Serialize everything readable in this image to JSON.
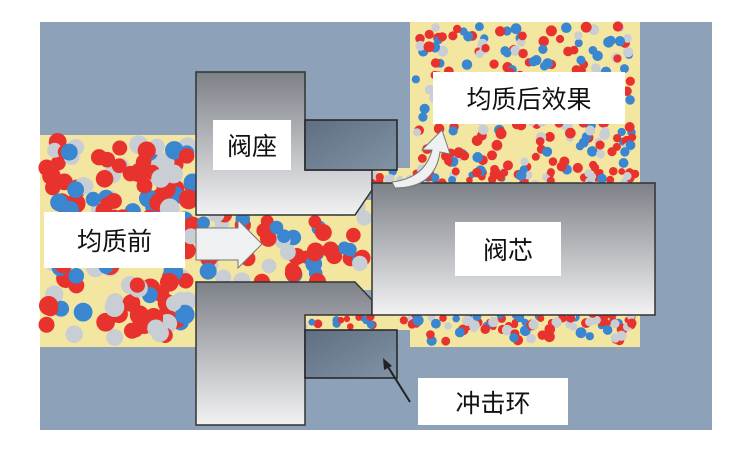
{
  "labels": {
    "after": "均质后效果",
    "seat": "阀座",
    "before": "均质前",
    "core": "阀芯",
    "ring": "冲击环"
  },
  "colors": {
    "background": "#8da2b8",
    "fluid": "#f2e6a0",
    "red": "#e8322e",
    "blue": "#3a86d0",
    "grey": "#c9ced4",
    "ring": "#6e7f91"
  }
}
